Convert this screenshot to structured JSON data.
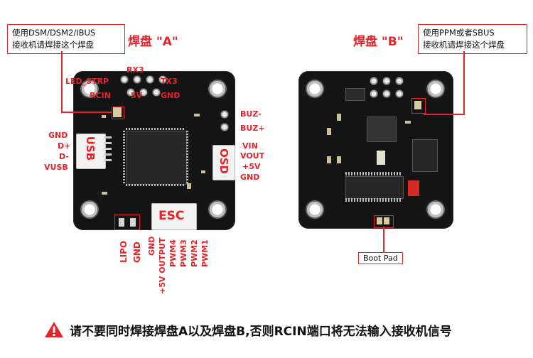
{
  "callout_a": {
    "line1": "使用DSM/DSM2/IBUS",
    "line2": "接收机请焊接这个焊盘"
  },
  "callout_b": {
    "line1": "使用PPM或者SBUS",
    "line2": "接收机请焊接这个焊盘"
  },
  "pad_a_title": "焊盘 \"A\"",
  "pad_b_title": "焊盘 \"B\"",
  "top_pins": {
    "led": "LED_STRP",
    "rx3": "RX3",
    "tx3": "TX3",
    "rcin": "RCIN",
    "v5": "5V",
    "gnd": "GND"
  },
  "left_pins": [
    "GND",
    "D+",
    "D-",
    "VUSB"
  ],
  "right_pins": [
    "BUZ-",
    "BUZ+",
    "VIN",
    "VOUT",
    "+5V",
    "GND"
  ],
  "bottom_pins": [
    "LIPO",
    "GND",
    "GND",
    "+5V OUTPUT",
    "PWM4",
    "PWM3",
    "PWM2",
    "PWM1"
  ],
  "connectors": {
    "usb": "USB",
    "osd": "OSD",
    "esc": "ESC"
  },
  "boot_pad": "Boot Pad",
  "warning": "请不要同时焊接焊盘A以及焊盘B,否则RCIN端口将无法输入接收机信号",
  "colors": {
    "accent": "#e5242a",
    "pcb": "#141414"
  }
}
